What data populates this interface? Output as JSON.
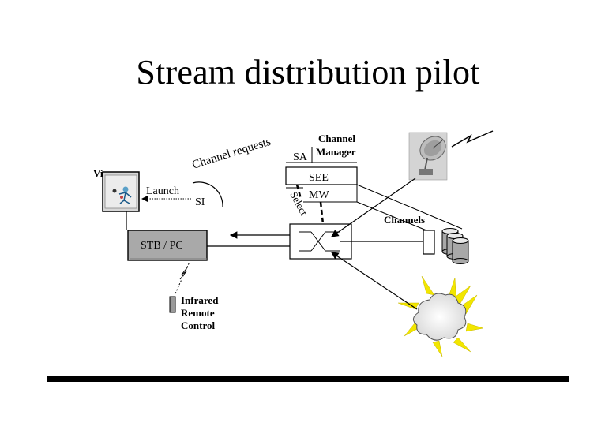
{
  "slide": {
    "title": "Stream distribution pilot"
  },
  "labels": {
    "channel_requests": "Channel requests",
    "viewer": "Viewer",
    "launch": "Launch",
    "si": "SI",
    "sa": "SA",
    "channel_manager_line1": "Channel",
    "channel_manager_line2": "Manager",
    "see": "SEE",
    "mw": "MW",
    "select": "Select",
    "channels": "Channels",
    "stb_pc": "STB / PC",
    "remote_line1": "Infrared",
    "remote_line2": "Remote",
    "remote_line3": "Control"
  },
  "icons": [
    "satellite-dish-icon",
    "lightning-bolt-icon",
    "database-stack-icon",
    "explosion-cloud-icon",
    "infrared-remote-icon",
    "tv-viewer-icon",
    "switch-crossbar-icon"
  ]
}
